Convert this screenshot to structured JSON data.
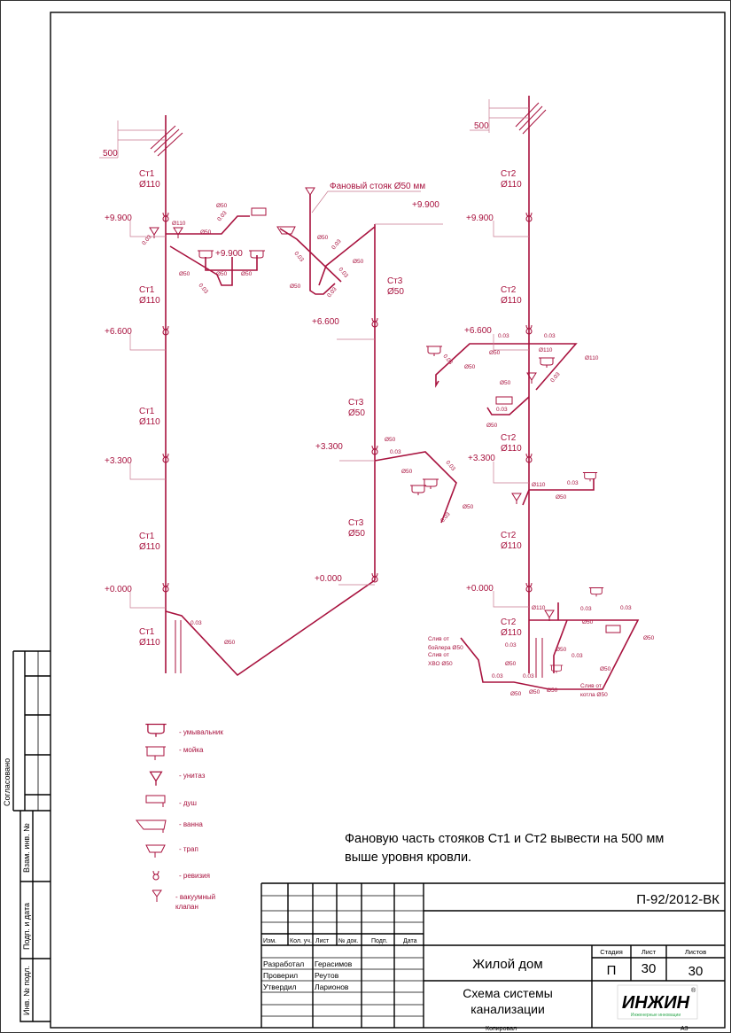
{
  "note": {
    "line1": "Фановую часть стояков Ст1 и Ст2 вывести на 500 мм",
    "line2": "выше уровня кровли."
  },
  "risers": {
    "st1": "Ст1",
    "st2": "Ст2",
    "st3": "Ст3",
    "d110": "Ø110",
    "d50": "Ø50",
    "fan": "Фановый стояк Ø50 мм",
    "dim500": "500"
  },
  "levels": {
    "l9900": "+9.900",
    "l6600": "+6.600",
    "l3300": "+3.300",
    "l0000": "+0.000"
  },
  "small": {
    "d50": "Ø50",
    "d110": "Ø110",
    "slope": "0.03"
  },
  "drains": {
    "boiler1": "Слив от",
    "boiler2": "бойлера Ø50",
    "hvo1": "Слив от",
    "hvo2": "ХВО Ø50",
    "kotel1": "Слив от",
    "kotel2": "котла Ø50"
  },
  "legend": [
    {
      "icon": "washbasin-icon",
      "label": "- умывальник"
    },
    {
      "icon": "sink-icon",
      "label": "- мойка"
    },
    {
      "icon": "toilet-icon",
      "label": "- унитаз"
    },
    {
      "icon": "shower-icon",
      "label": "- душ"
    },
    {
      "icon": "bathtub-icon",
      "label": "- ванна"
    },
    {
      "icon": "floor-drain-icon",
      "label": "- трап"
    },
    {
      "icon": "inspection-icon",
      "label": "- ревизия"
    },
    {
      "icon": "vacuum-valve-icon",
      "label": "- вакуумный",
      "label2": "клапан"
    }
  ],
  "side_stamp": {
    "agreed": "Согласовано",
    "inv_replace": "Взам. инв. №",
    "sign_date": "Подп. и дата",
    "inv_orig": "Инв. № подл."
  },
  "title_block": {
    "code": "П-92/2012-ВК",
    "headers": [
      "Изм.",
      "Кол. уч.",
      "Лист",
      "№ док.",
      "Подп.",
      "Дата"
    ],
    "roles": [
      {
        "role": "Разработал",
        "name": "Герасимов"
      },
      {
        "role": "Проверил",
        "name": "Реутов"
      },
      {
        "role": "Утвердил",
        "name": "Ларионов"
      }
    ],
    "object": "Жилой дом",
    "sheet_title1": "Схема системы",
    "sheet_title2": "канализации",
    "stage_label": "Стадия",
    "sheet_label": "Лист",
    "sheets_label": "Листов",
    "stage": "П",
    "sheet": "30",
    "sheets": "30",
    "logo": "ИНЖИН",
    "logo_sub": "Инженерные инновации",
    "copied": "Копировал",
    "format": "А3"
  },
  "colors": {
    "pipe": "#a8123e",
    "frame": "#000000",
    "logo_green": "#2fa84f"
  }
}
